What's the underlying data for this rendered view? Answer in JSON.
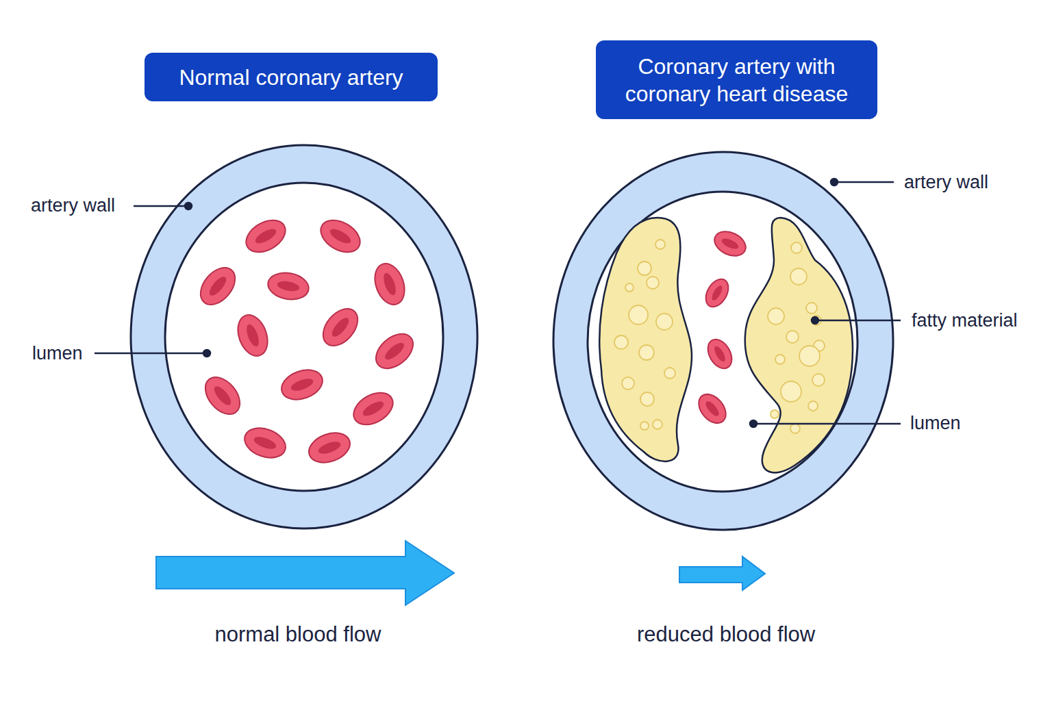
{
  "diagram": {
    "nodes": [
      {
        "text": [
          "Normal coronary artery"
        ]
      },
      {
        "text": [
          "Coronary artery with coronary heart disease"
        ]
      }
    ],
    "labels": [
      "artery wall",
      "lumen",
      "normal blood flow",
      "artery wall",
      "fatty material",
      "lumen",
      "reduced blood flow"
    ]
  }
}
